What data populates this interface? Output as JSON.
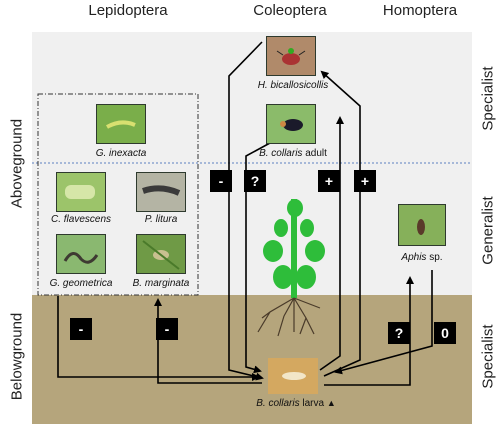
{
  "headers": {
    "lepidoptera": "Lepidoptera",
    "coleoptera": "Coleoptera",
    "homoptera": "Homoptera"
  },
  "left_labels": {
    "aboveground": "Aboveground",
    "belowground": "Belowground"
  },
  "right_labels": {
    "specialist_top": "Specialist",
    "generalist": "Generalist",
    "specialist_bottom": "Specialist"
  },
  "species": {
    "h_bicallosicollis": "H. bicallosicollis",
    "b_collaris_adult_name": "B. collaris",
    "b_collaris_adult_stage": "adult",
    "g_inexacta": "G. inexacta",
    "c_flavescens": "C. flavescens",
    "p_litura": "P. litura",
    "g_geometrica": "G. geometrica",
    "b_marginata": "B. marginata",
    "aphis_name": "Aphis",
    "aphis_suffix": "sp.",
    "b_collaris_larva_name": "B. collaris",
    "b_collaris_larva_stage": "larva"
  },
  "signs": {
    "lep_below_left": "-",
    "lep_below_right": "-",
    "hbic_effect": "-",
    "bcol_adult_effect": "?",
    "larva_to_bcol_adult": "+",
    "larva_to_hbic": "+",
    "aphis_to_larva": "?",
    "larva_to_aphis": "0"
  },
  "colors": {
    "aboveground_bg": "#f0f0f0",
    "belowground_bg": "#b5a57c",
    "plant_green": "#2ebd3a",
    "sign_bg": "#000000"
  }
}
